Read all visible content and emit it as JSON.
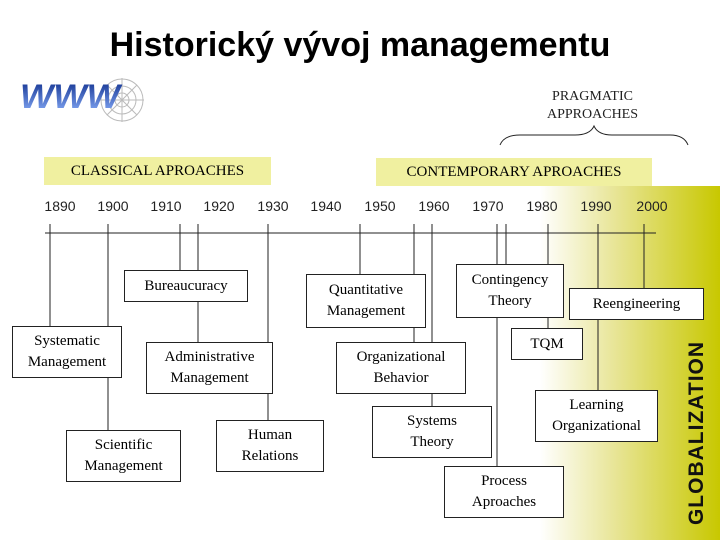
{
  "title": "Historický vývoj managementu",
  "logo_text": "WWW",
  "globalization_label": "GLOBALIZATION",
  "pragmatic_label": "PRAGMATIC\nAPPROACHES",
  "classical_label": "CLASSICAL APROACHES",
  "contemporary_label": "CONTEMPORARY APROACHES",
  "years": [
    "1890",
    "1900",
    "1910",
    "1920",
    "1930",
    "1940",
    "1950",
    "1960",
    "1970",
    "1980",
    "1990",
    "2000"
  ],
  "boxes": {
    "systematic": "Systematic\nManagement",
    "scientific": "Scientific\nManagement",
    "bureaucracy": "Bureaucuracy",
    "administrative": "Administrative\nManagement",
    "human_relations": "Human\nRelations",
    "quantitative": "Quantitative\nManagement",
    "organizational_behavior": "Organizational\nBehavior",
    "systems_theory": "Systems\nTheory",
    "contingency": "Contingency\nTheory",
    "tqm": "TQM",
    "reengineering": "Reengineering",
    "learning": "Learning\nOrganizational",
    "process": "Process\nAproaches"
  },
  "colors": {
    "banner": "#f0f0a0",
    "globalization_gradient": "#c8c800",
    "logo_blue": "#1e46b4"
  }
}
